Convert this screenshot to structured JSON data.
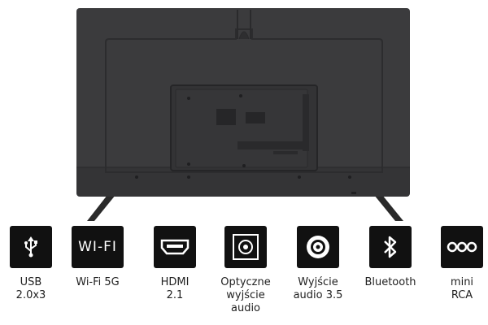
{
  "colors": {
    "tv_body": "#3a3a3c",
    "tv_dark": "#2b2b2d",
    "icon_bg": "#111111",
    "icon_fg": "#ffffff"
  },
  "ports": [
    {
      "icon": "usb-icon",
      "label": "USB\n2.0x3"
    },
    {
      "icon": "wifi-icon",
      "icon_text": "WI-FI",
      "label": "Wi-Fi 5G"
    },
    {
      "icon": "hdmi-icon",
      "label": "HDMI\n2.1"
    },
    {
      "icon": "optical-out-icon",
      "label": "Optyczne\nwyjście\naudio"
    },
    {
      "icon": "audio-jack-icon",
      "label": "Wyjście\naudio 3.5"
    },
    {
      "icon": "bluetooth-icon",
      "label": "Bluetooth"
    },
    {
      "icon": "mini-rca-icon",
      "label": "mini\nRCA"
    }
  ]
}
